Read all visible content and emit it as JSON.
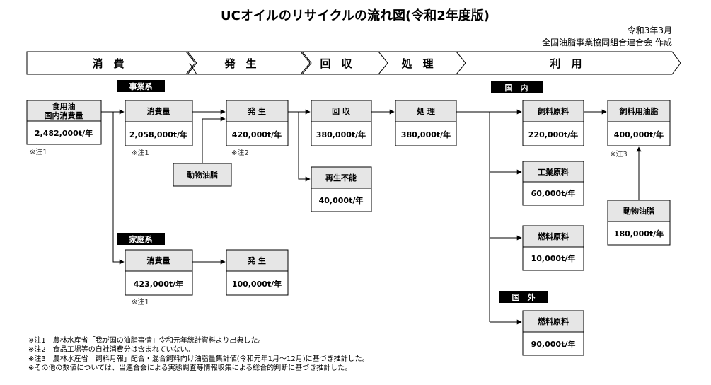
{
  "title": "UCオイルのリサイクルの流れ図(令和2年度版)",
  "date": "令和3年3月",
  "author": "全国油脂事業協同組合連合会 作成",
  "stages": [
    "消　費",
    "発　生",
    "回　収",
    "処　理",
    "利　用"
  ],
  "tags": {
    "business": "事業系",
    "household": "家庭系",
    "domestic": "国　内",
    "overseas": "国　外"
  },
  "boxes": {
    "total": {
      "label1": "食用油",
      "label2": "国内消費量",
      "value": "2,482,000t/年"
    },
    "biz_consumption": {
      "label": "消費量",
      "value": "2,058,000t/年"
    },
    "biz_generation": {
      "label": "発 生",
      "value": "420,000t/年"
    },
    "animal_fat_1": {
      "label": "動物油脂"
    },
    "collection": {
      "label": "回 収",
      "value": "380,000t/年"
    },
    "unrecyclable": {
      "label": "再生不能",
      "value": "40,000t/年"
    },
    "processing": {
      "label": "処 理",
      "value": "380,000t/年"
    },
    "feed_material": {
      "label": "飼料原料",
      "value": "220,000t/年"
    },
    "industrial_material": {
      "label": "工業原料",
      "value": "60,000t/年"
    },
    "fuel_domestic": {
      "label": "燃料原料",
      "value": "10,000t/年"
    },
    "fuel_overseas": {
      "label": "燃料原料",
      "value": "90,000t/年"
    },
    "feed_oil": {
      "label": "飼料用油脂",
      "value": "400,000t/年"
    },
    "animal_fat_2": {
      "label": "動物油脂",
      "value": "180,000t/年"
    },
    "home_consumption": {
      "label": "消費量",
      "value": "423,000t/年"
    },
    "home_generation": {
      "label": "発 生",
      "value": "100,000t/年"
    }
  },
  "notes_inline": {
    "n1_total": "※注1",
    "n1_biz": "※注1",
    "n2": "※注2",
    "n3": "※注3",
    "n1_home": "※注1"
  },
  "footnotes": [
    "※注1　農林水産省「我が国の油脂事情」令和元年統計資料より出典した。",
    "※注2　食品工場等の自社消費分は含まれていない。",
    "※注3　農林水産省「飼料月報」配合・混合飼料向け油脂量集計値(令和元年1月～12月)に基づき推計した。",
    "※その他の数値については、当連合会による実態調査等情報収集による総合的判断に基づき推計した。"
  ]
}
